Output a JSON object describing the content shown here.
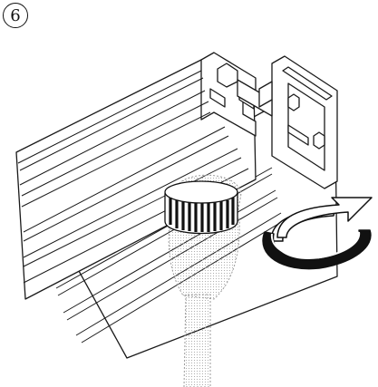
{
  "step": {
    "number": "6"
  },
  "colors": {
    "line": "#1a1a1a",
    "fill": "#ffffff",
    "dotted": "#9a9a9a",
    "knurl": "#111111"
  },
  "icons": {
    "rotate": "clockwise-rotation-arrow-icon",
    "profile": "aluminium-rail-profile",
    "tool": "knurled-connector-tool"
  }
}
